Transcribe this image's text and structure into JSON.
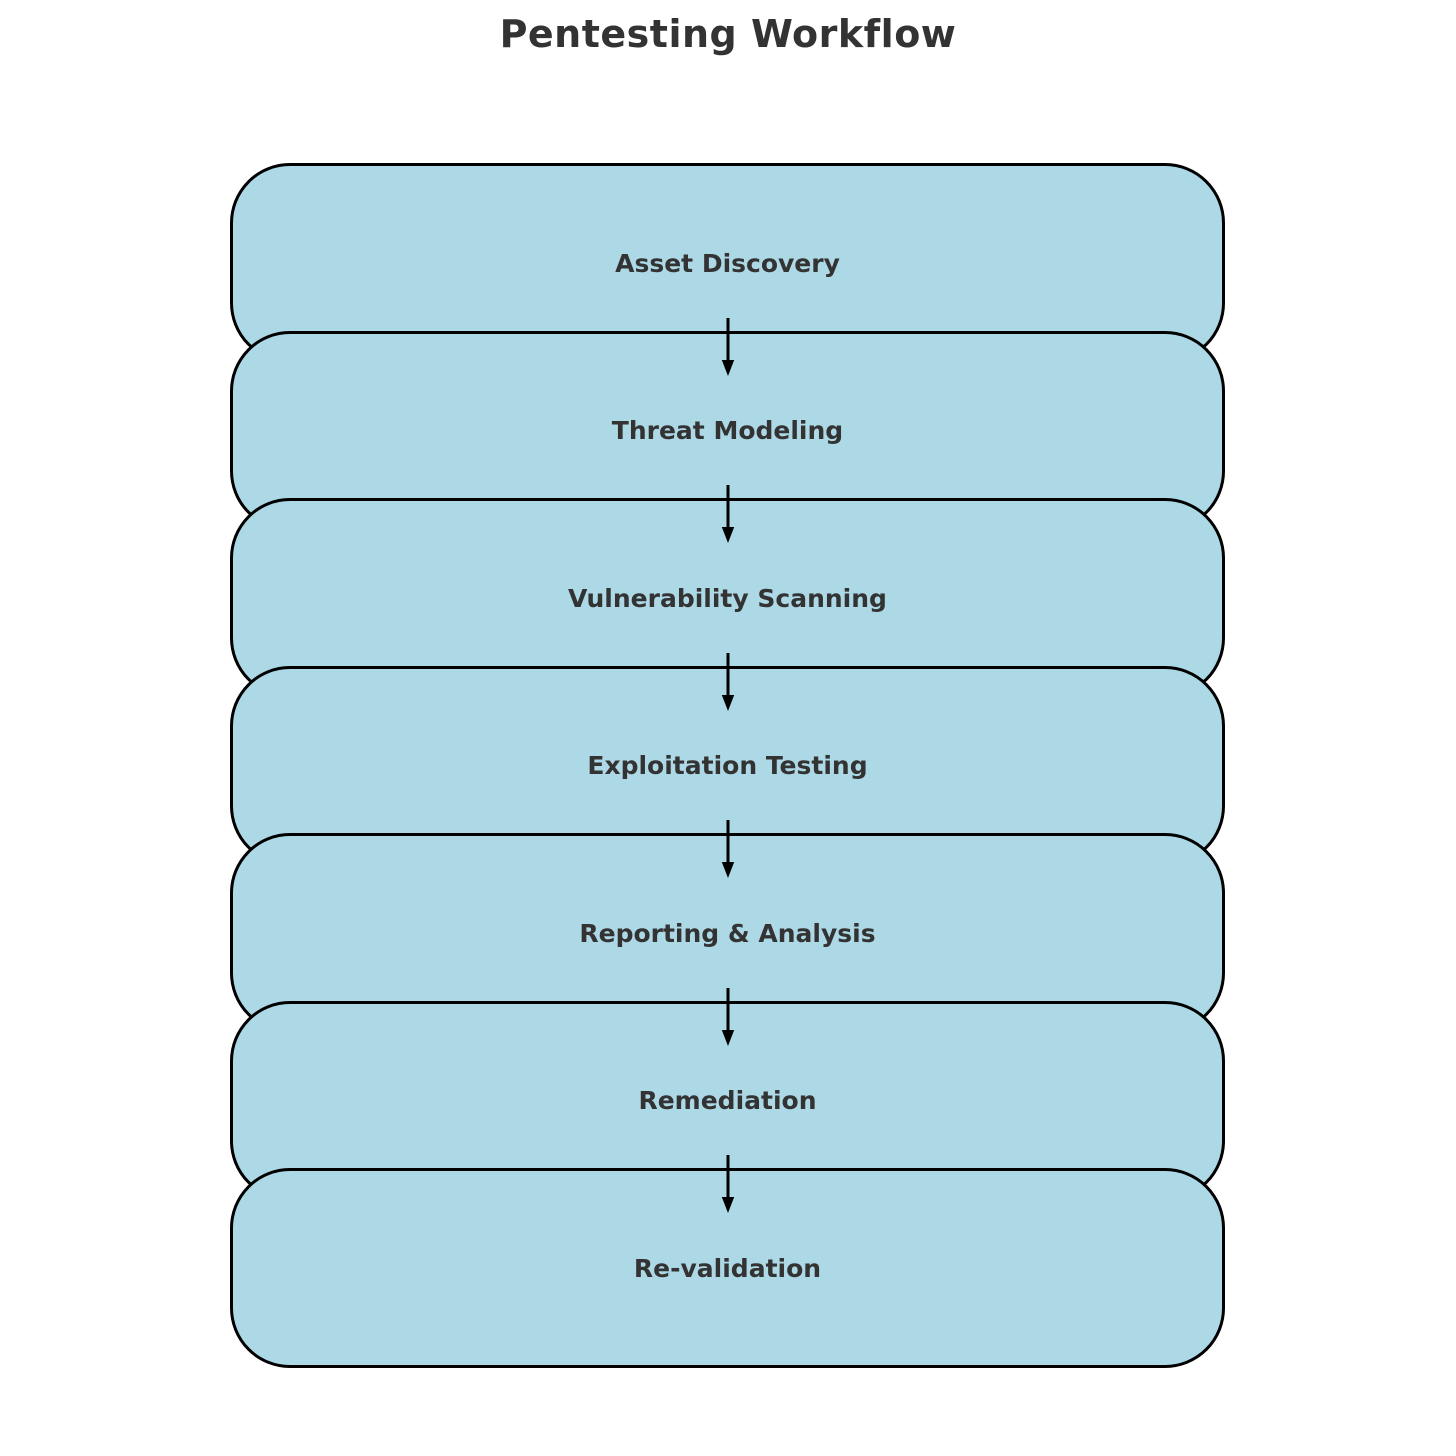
{
  "title": "Pentesting Workflow",
  "diagram": {
    "stages": [
      "Asset Discovery",
      "Threat Modeling",
      "Vulnerability Scanning",
      "Exploitation Testing",
      "Reporting & Analysis",
      "Remediation",
      "Re-validation"
    ],
    "connectors": {
      "count": 6,
      "direction": "down",
      "style": "straight-arrow"
    },
    "colors": {
      "background": "#ffffff",
      "box_fill": "#add8e6",
      "box_border": "#000000",
      "arrow": "#000000",
      "text": "#333333"
    }
  }
}
